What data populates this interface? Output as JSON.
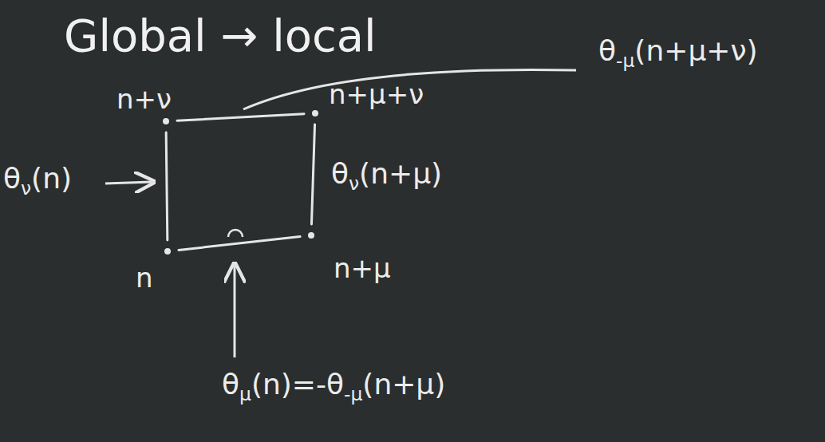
{
  "diagram": {
    "title": "Global → local",
    "nodes": [
      {
        "text": [
          "n+ν"
        ]
      },
      {
        "text": [
          "n+μ+ν"
        ]
      },
      {
        "text": [
          "n"
        ]
      },
      {
        "text": [
          "n+μ"
        ]
      }
    ],
    "edges": [
      {
        "from": 0,
        "to": 1,
        "arrow": "none"
      },
      {
        "from": 1,
        "to": 3,
        "arrow": "none"
      },
      {
        "from": 3,
        "to": 2,
        "arrow": "none"
      },
      {
        "from": 2,
        "to": 0,
        "arrow": "none"
      }
    ],
    "labels": [
      "θν(n)",
      "θν(n+μ)",
      "θμ(n)=-θ-μ(n+μ)",
      "θ-μ(n+μ+ν)"
    ]
  }
}
